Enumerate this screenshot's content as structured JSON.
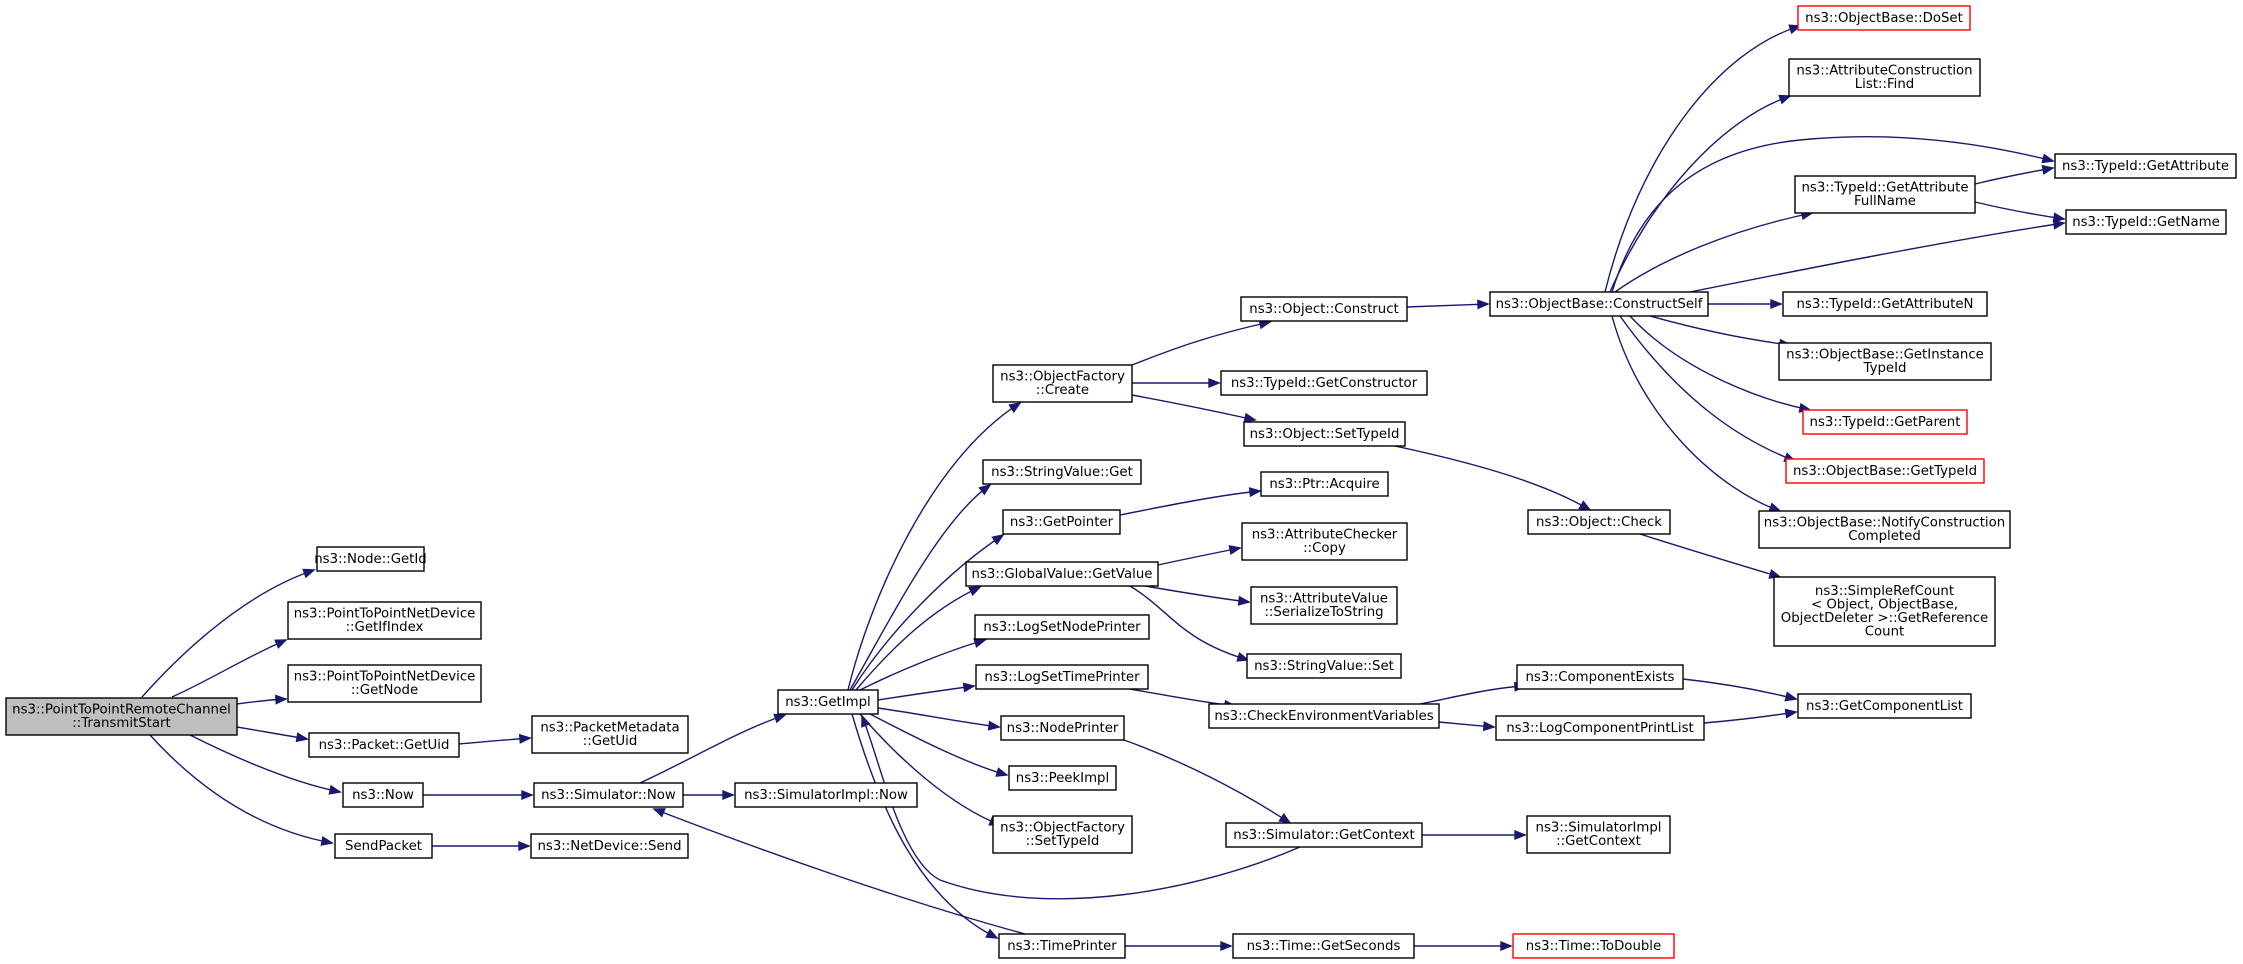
{
  "colors": {
    "edge": "#191970",
    "node_border": "#000000",
    "node_fill": "#ffffff",
    "root_fill": "#bfbfbf",
    "truncated_border": "#ff0000"
  },
  "nodes": [
    {
      "id": "root",
      "lines": [
        "ns3::PointToPointRemoteChannel",
        "::TransmitStart"
      ],
      "style": "root"
    },
    {
      "id": "node_getid",
      "lines": [
        "ns3::Node::GetId"
      ]
    },
    {
      "id": "p2p_getifindex",
      "lines": [
        "ns3::PointToPointNetDevice",
        "::GetIfIndex"
      ]
    },
    {
      "id": "p2p_getnode",
      "lines": [
        "ns3::PointToPointNetDevice",
        "::GetNode"
      ]
    },
    {
      "id": "packet_getuid",
      "lines": [
        "ns3::Packet::GetUid"
      ]
    },
    {
      "id": "now",
      "lines": [
        "ns3::Now"
      ]
    },
    {
      "id": "sendpacket",
      "lines": [
        "SendPacket"
      ]
    },
    {
      "id": "pktmeta_getuid",
      "lines": [
        "ns3::PacketMetadata",
        "::GetUid"
      ]
    },
    {
      "id": "sim_now",
      "lines": [
        "ns3::Simulator::Now"
      ]
    },
    {
      "id": "netdevice_send",
      "lines": [
        "ns3::NetDevice::Send"
      ]
    },
    {
      "id": "getimpl",
      "lines": [
        "ns3::GetImpl"
      ]
    },
    {
      "id": "simimpl_now",
      "lines": [
        "ns3::SimulatorImpl::Now"
      ]
    },
    {
      "id": "objfactory_create",
      "lines": [
        "ns3::ObjectFactory",
        "::Create"
      ]
    },
    {
      "id": "stringvalue_get",
      "lines": [
        "ns3::StringValue::Get"
      ]
    },
    {
      "id": "getpointer",
      "lines": [
        "ns3::GetPointer"
      ]
    },
    {
      "id": "globalvalue_getvalue",
      "lines": [
        "ns3::GlobalValue::GetValue"
      ]
    },
    {
      "id": "logsetnodeprinter",
      "lines": [
        "ns3::LogSetNodePrinter"
      ]
    },
    {
      "id": "logsettimeprinter",
      "lines": [
        "ns3::LogSetTimePrinter"
      ]
    },
    {
      "id": "nodeprinter",
      "lines": [
        "ns3::NodePrinter"
      ]
    },
    {
      "id": "peekimpl",
      "lines": [
        "ns3::PeekImpl"
      ]
    },
    {
      "id": "objfactory_settypeid",
      "lines": [
        "ns3::ObjectFactory",
        "::SetTypeId"
      ]
    },
    {
      "id": "timeprinter",
      "lines": [
        "ns3::TimePrinter"
      ]
    },
    {
      "id": "object_construct",
      "lines": [
        "ns3::Object::Construct"
      ]
    },
    {
      "id": "typeid_getconstructor",
      "lines": [
        "ns3::TypeId::GetConstructor"
      ]
    },
    {
      "id": "object_settypeid",
      "lines": [
        "ns3::Object::SetTypeId"
      ]
    },
    {
      "id": "ptr_acquire",
      "lines": [
        "ns3::Ptr::Acquire"
      ]
    },
    {
      "id": "attrchecker_copy",
      "lines": [
        "ns3::AttributeChecker",
        "::Copy"
      ]
    },
    {
      "id": "attrvalue_serialize",
      "lines": [
        "ns3::AttributeValue",
        "::SerializeToString"
      ]
    },
    {
      "id": "stringvalue_set",
      "lines": [
        "ns3::StringValue::Set"
      ]
    },
    {
      "id": "checkenvvars",
      "lines": [
        "ns3::CheckEnvironmentVariables"
      ]
    },
    {
      "id": "sim_getcontext",
      "lines": [
        "ns3::Simulator::GetContext"
      ]
    },
    {
      "id": "time_getseconds",
      "lines": [
        "ns3::Time::GetSeconds"
      ]
    },
    {
      "id": "objbase_constructself",
      "lines": [
        "ns3::ObjectBase::ConstructSelf"
      ]
    },
    {
      "id": "object_check",
      "lines": [
        "ns3::Object::Check"
      ]
    },
    {
      "id": "componentexists",
      "lines": [
        "ns3::ComponentExists"
      ]
    },
    {
      "id": "logcompprintlist",
      "lines": [
        "ns3::LogComponentPrintList"
      ]
    },
    {
      "id": "simimpl_getcontext",
      "lines": [
        "ns3::SimulatorImpl",
        "::GetContext"
      ]
    },
    {
      "id": "time_todouble",
      "lines": [
        "ns3::Time::ToDouble"
      ],
      "style": "truncated"
    },
    {
      "id": "objbase_doset",
      "lines": [
        "ns3::ObjectBase::DoSet"
      ],
      "style": "truncated"
    },
    {
      "id": "attrconstlist_find",
      "lines": [
        "ns3::AttributeConstruction",
        "List::Find"
      ]
    },
    {
      "id": "typeid_getattrfullname",
      "lines": [
        "ns3::TypeId::GetAttribute",
        "FullName"
      ]
    },
    {
      "id": "typeid_getattribute",
      "lines": [
        "ns3::TypeId::GetAttribute"
      ]
    },
    {
      "id": "typeid_getname",
      "lines": [
        "ns3::TypeId::GetName"
      ]
    },
    {
      "id": "typeid_getattributen",
      "lines": [
        "ns3::TypeId::GetAttributeN"
      ]
    },
    {
      "id": "objbase_getinstancetypeid",
      "lines": [
        "ns3::ObjectBase::GetInstance",
        "TypeId"
      ]
    },
    {
      "id": "typeid_getparent",
      "lines": [
        "ns3::TypeId::GetParent"
      ],
      "style": "truncated"
    },
    {
      "id": "objbase_gettypeid",
      "lines": [
        "ns3::ObjectBase::GetTypeId"
      ],
      "style": "truncated"
    },
    {
      "id": "objbase_notifyconstruction",
      "lines": [
        "ns3::ObjectBase::NotifyConstruction",
        "Completed"
      ]
    },
    {
      "id": "simplerefcount",
      "lines": [
        "ns3::SimpleRefCount",
        "< Object, ObjectBase,",
        " ObjectDeleter >::GetReference",
        "Count"
      ]
    },
    {
      "id": "getcomponentlist",
      "lines": [
        "ns3::GetComponentList"
      ]
    }
  ],
  "edges": [
    [
      "root",
      "node_getid"
    ],
    [
      "root",
      "p2p_getifindex"
    ],
    [
      "root",
      "p2p_getnode"
    ],
    [
      "root",
      "packet_getuid"
    ],
    [
      "root",
      "now"
    ],
    [
      "root",
      "sendpacket"
    ],
    [
      "packet_getuid",
      "pktmeta_getuid"
    ],
    [
      "now",
      "sim_now"
    ],
    [
      "sendpacket",
      "netdevice_send"
    ],
    [
      "sim_now",
      "getimpl"
    ],
    [
      "sim_now",
      "simimpl_now"
    ],
    [
      "getimpl",
      "objfactory_create"
    ],
    [
      "getimpl",
      "stringvalue_get"
    ],
    [
      "getimpl",
      "getpointer"
    ],
    [
      "getimpl",
      "globalvalue_getvalue"
    ],
    [
      "getimpl",
      "logsetnodeprinter"
    ],
    [
      "getimpl",
      "logsettimeprinter"
    ],
    [
      "getimpl",
      "nodeprinter"
    ],
    [
      "getimpl",
      "peekimpl"
    ],
    [
      "getimpl",
      "objfactory_settypeid"
    ],
    [
      "getimpl",
      "timeprinter"
    ],
    [
      "objfactory_create",
      "object_construct"
    ],
    [
      "objfactory_create",
      "typeid_getconstructor"
    ],
    [
      "objfactory_create",
      "object_settypeid"
    ],
    [
      "getpointer",
      "ptr_acquire"
    ],
    [
      "globalvalue_getvalue",
      "attrchecker_copy"
    ],
    [
      "globalvalue_getvalue",
      "attrvalue_serialize"
    ],
    [
      "globalvalue_getvalue",
      "stringvalue_set"
    ],
    [
      "logsettimeprinter",
      "checkenvvars"
    ],
    [
      "nodeprinter",
      "sim_getcontext"
    ],
    [
      "sim_getcontext",
      "getimpl"
    ],
    [
      "sim_getcontext",
      "simimpl_getcontext"
    ],
    [
      "timeprinter",
      "sim_now"
    ],
    [
      "timeprinter",
      "time_getseconds"
    ],
    [
      "time_getseconds",
      "time_todouble"
    ],
    [
      "object_construct",
      "objbase_constructself"
    ],
    [
      "object_settypeid",
      "object_check"
    ],
    [
      "object_check",
      "simplerefcount"
    ],
    [
      "checkenvvars",
      "componentexists"
    ],
    [
      "checkenvvars",
      "logcompprintlist"
    ],
    [
      "componentexists",
      "getcomponentlist"
    ],
    [
      "logcompprintlist",
      "getcomponentlist"
    ],
    [
      "objbase_constructself",
      "objbase_doset"
    ],
    [
      "objbase_constructself",
      "attrconstlist_find"
    ],
    [
      "objbase_constructself",
      "typeid_getattribute"
    ],
    [
      "objbase_constructself",
      "typeid_getattrfullname"
    ],
    [
      "objbase_constructself",
      "typeid_getname"
    ],
    [
      "objbase_constructself",
      "typeid_getattributen"
    ],
    [
      "objbase_constructself",
      "objbase_getinstancetypeid"
    ],
    [
      "objbase_constructself",
      "typeid_getparent"
    ],
    [
      "objbase_constructself",
      "objbase_gettypeid"
    ],
    [
      "objbase_constructself",
      "objbase_notifyconstruction"
    ],
    [
      "typeid_getattrfullname",
      "typeid_getattribute"
    ],
    [
      "typeid_getattrfullname",
      "typeid_getname"
    ]
  ]
}
